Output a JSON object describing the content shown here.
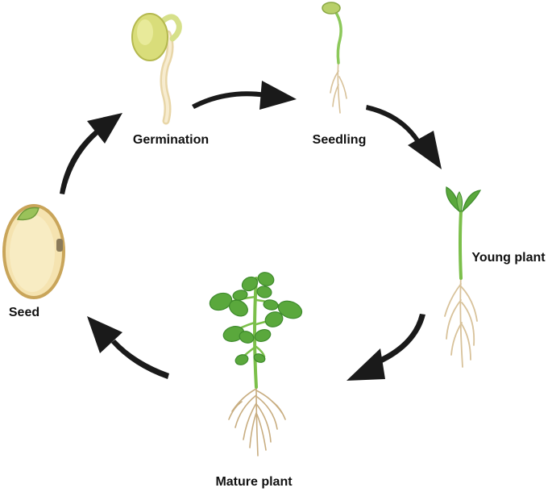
{
  "stages": {
    "seed": "Seed",
    "germination": "Germination",
    "seedling": "Seedling",
    "young_plant": "Young plant",
    "mature_plant": "Mature plant"
  },
  "colors": {
    "arrow": "#1a1a1a",
    "label": "#111111",
    "seed_coat": "#f5e3b0",
    "seed_outline": "#c9a55a",
    "cotyledon": "#d9dd7a",
    "leaf": "#5aa83c",
    "leaf_dark": "#3e8a2c",
    "stem": "#7bbf4a",
    "root": "#d8c29a",
    "root_dark": "#b89a6a"
  },
  "arrows": [
    {
      "from": "seed",
      "to": "germination"
    },
    {
      "from": "germination",
      "to": "seedling"
    },
    {
      "from": "seedling",
      "to": "young_plant"
    },
    {
      "from": "young_plant",
      "to": "mature_plant"
    },
    {
      "from": "mature_plant",
      "to": "seed"
    }
  ]
}
